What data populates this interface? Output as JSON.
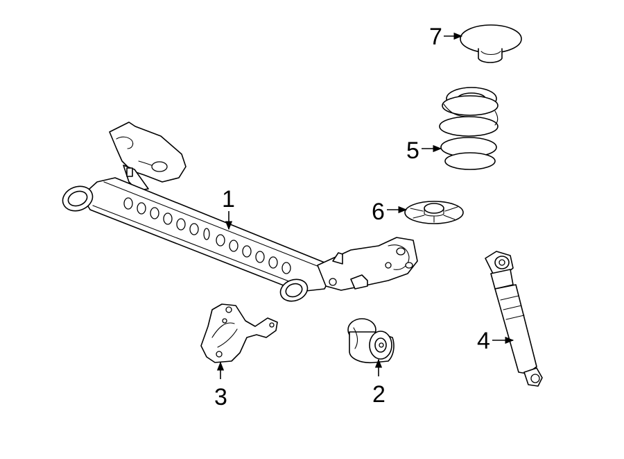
{
  "callouts": [
    {
      "id": "1",
      "text": "1"
    },
    {
      "id": "2",
      "text": "2"
    },
    {
      "id": "3",
      "text": "3"
    },
    {
      "id": "4",
      "text": "4"
    },
    {
      "id": "5",
      "text": "5"
    },
    {
      "id": "6",
      "text": "6"
    },
    {
      "id": "7",
      "text": "7"
    }
  ],
  "colors": {
    "line": "#000000",
    "background": "#ffffff"
  }
}
